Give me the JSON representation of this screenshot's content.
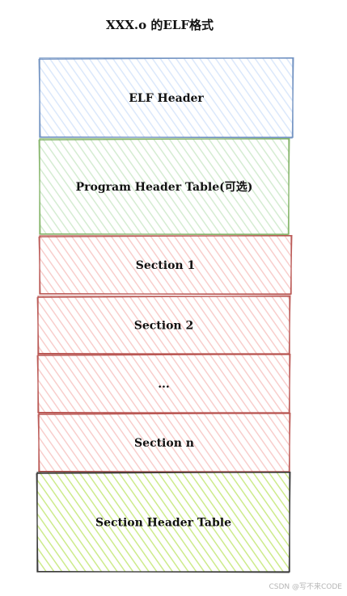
{
  "title": "XXX.o 的ELF格式",
  "blocks": [
    {
      "id": "elf-header",
      "label": "ELF Header",
      "fill": "#dbe8fb",
      "stroke": "#6c8ebf"
    },
    {
      "id": "program-header-table",
      "label": "Program Header Table(可选)",
      "fill": "#d5ecd2",
      "stroke": "#82b366"
    },
    {
      "id": "section-1",
      "label": "Section 1",
      "fill": "#f8cecc",
      "stroke": "#b85450"
    },
    {
      "id": "section-2",
      "label": "Section 2",
      "fill": "#f8cecc",
      "stroke": "#b85450"
    },
    {
      "id": "section-ellipsis",
      "label": "...",
      "fill": "#f8cecc",
      "stroke": "#b85450"
    },
    {
      "id": "section-n",
      "label": "Section n",
      "fill": "#f8cecc",
      "stroke": "#b85450"
    },
    {
      "id": "section-header-table",
      "label": "Section Header Table",
      "fill": "#cdeb8b",
      "stroke": "#333333"
    }
  ],
  "watermark": "CSDN @写不来CODE"
}
